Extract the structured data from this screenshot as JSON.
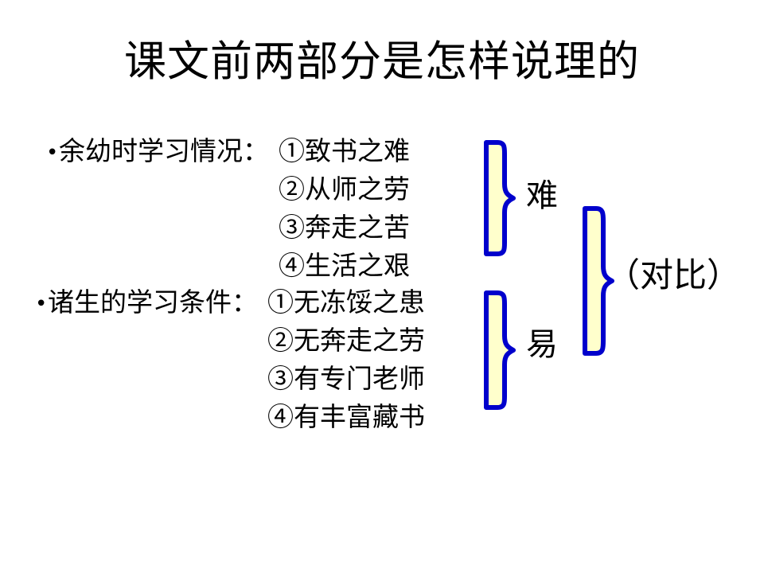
{
  "slide": {
    "title": "课文前两部分是怎样说理的",
    "background_color": "#FFFFFF",
    "text_color": "#000000"
  },
  "groups": [
    {
      "bullet": "•",
      "lead": "余幼时学习情况：",
      "items": [
        "①致书之难",
        "②从师之劳",
        "③奔走之苦",
        "④生活之艰"
      ]
    },
    {
      "bullet": "•",
      "lead": "诸生的学习条件：",
      "items": [
        "①无冻馁之患",
        "②无奔走之劳",
        "③有专门老师",
        "④有丰富藏书"
      ]
    }
  ],
  "braces": {
    "stroke_color": "#0000CC",
    "fill_color": "#FFFFCC",
    "labels": {
      "difficult": "难",
      "easy": "易",
      "contrast": "（对比）"
    }
  }
}
